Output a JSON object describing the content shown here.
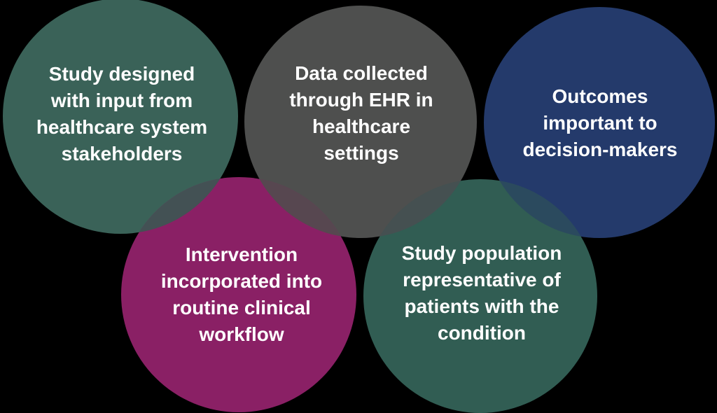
{
  "figure": {
    "background": "#000000",
    "text_color": "#ffffff",
    "circles": [
      {
        "id": "study-design",
        "label": "Study designed\nwith input from\nhealthcare system\nstakeholders",
        "color": "#3a6258"
      },
      {
        "id": "data-collection",
        "label": "Data collected\nthrough EHR in\nhealthcare\nsettings",
        "color": "#4e4f4e"
      },
      {
        "id": "outcomes",
        "label": "Outcomes\nimportant to\ndecision-makers",
        "color": "#243a6b"
      },
      {
        "id": "intervention",
        "label": "Intervention\nincorporated into\nroutine clinical\nworkflow",
        "color": "#8a2065"
      },
      {
        "id": "population",
        "label": "Study population\nrepresentative of\npatients with the\ncondition",
        "color": "#315d53"
      }
    ],
    "overlaps": [
      {
        "between": "study-design & intervention",
        "color": "#435154"
      },
      {
        "between": "data-collection & intervention",
        "color": "#574750"
      },
      {
        "between": "data-collection & population",
        "color": "#455051"
      },
      {
        "between": "outcomes & population",
        "color": "#2b4a5e"
      }
    ]
  }
}
